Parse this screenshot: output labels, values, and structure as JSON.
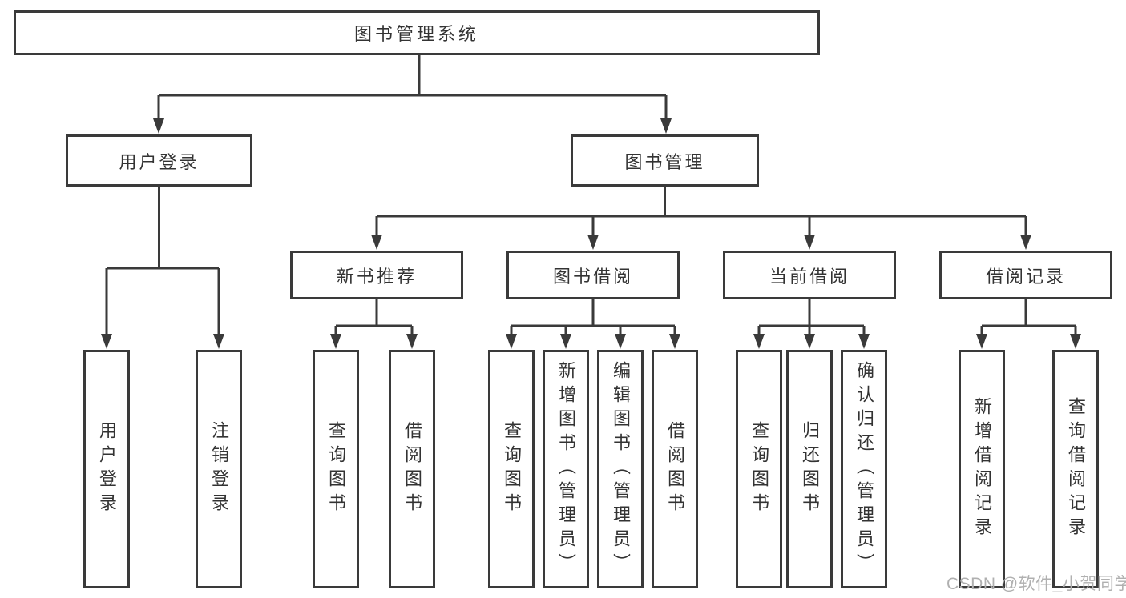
{
  "colors": {
    "line": "#3a3a3a",
    "box_border": "#3a3a3a",
    "text": "#333333",
    "background": "#ffffff",
    "watermark": "#b0b0b0"
  },
  "watermark": {
    "text": "CSDN @软件_小贺同学"
  },
  "tree": {
    "root": "图书管理系统",
    "groups": [
      {
        "label": "用户登录",
        "leaves": [
          "用户登录",
          "注销登录"
        ]
      },
      {
        "label": "图书管理",
        "subgroups": [
          {
            "label": "新书推荐",
            "leaves": [
              "查询图书",
              "借阅图书"
            ]
          },
          {
            "label": "图书借阅",
            "leaves": [
              "查询图书",
              "新增图书（管理员）",
              "编辑图书（管理员）",
              "借阅图书"
            ]
          },
          {
            "label": "当前借阅",
            "leaves": [
              "查询图书",
              "归还图书",
              "确认归还（管理员）"
            ]
          },
          {
            "label": "借阅记录",
            "leaves": [
              "新增借阅记录",
              "查询借阅记录"
            ]
          }
        ]
      }
    ]
  }
}
